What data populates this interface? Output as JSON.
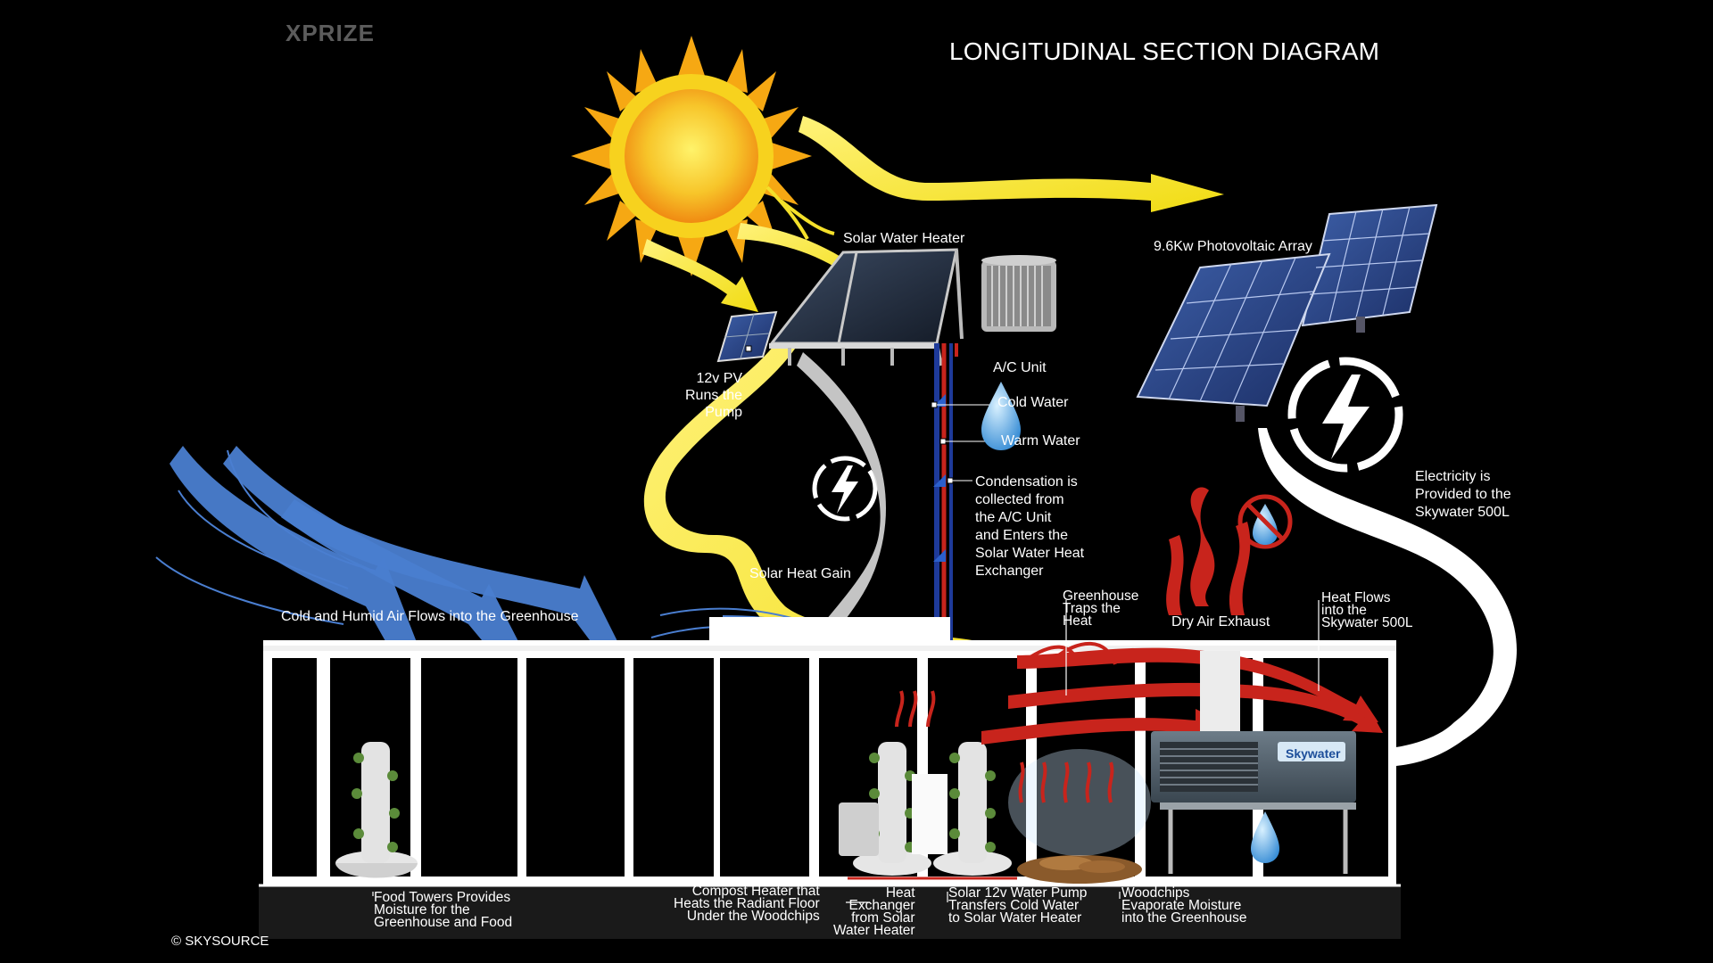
{
  "brand": {
    "logo": "XPRIZE",
    "copyright": "© SKYSOURCE"
  },
  "title": "LONGITUDINAL SECTION DIAGRAM",
  "labels": {
    "solar_water_heater": "Solar Water Heater",
    "pv_array": "9.6Kw Photovoltaic Array",
    "pv12": "12v PV\nRuns the\nPump",
    "ac_unit": "A/C Unit",
    "cold_water": "Cold Water",
    "warm_water": "Warm Water",
    "condensation": "Condensation is\ncollected from\nthe A/C Unit\nand Enters the\nSolar Water Heat\nExchanger",
    "electricity": "Electricity is\nProvided to the\nSkywater 500L",
    "solar_heat_gain": "Solar Heat Gain",
    "cold_humid_air": "Cold and Humid Air Flows into the Greenhouse",
    "greenhouse_traps": "Greenhouse\nTraps the\nHeat",
    "dry_air": "Dry Air Exhaust",
    "heat_flows": "Heat Flows\ninto the\nSkywater 500L",
    "food_towers": "Food Towers Provides\nMoisture for the\nGreenhouse and Food",
    "compost": "Compost Heater that\nHeats the Radiant Floor\nUnder the Woodchips",
    "heat_exchanger": "Heat\nExchanger\nfrom Solar\nWater Heater",
    "pump": "Solar 12v Water Pump\nTransfers Cold Water\nto Solar Water Heater",
    "woodchips": "Woodchips\nEvaporate Moisture\ninto the Greenhouse",
    "skywater_brand": "Skywater"
  },
  "colors": {
    "background": "#000000",
    "sun_yellow": "#f7e227",
    "sun_orange": "#f4a516",
    "air_blue": "#4a7ed0",
    "heat_red": "#c8241c",
    "electric_white": "#ffffff",
    "greenhouse_frame": "#ffffff",
    "cold_pipe": "#1e3a9a",
    "warm_pipe": "#c8241c",
    "water_drop": "#5fb0e6"
  },
  "icons": [
    "sun-icon",
    "lightning-bolt-icon",
    "water-drop-icon",
    "no-water-icon",
    "solar-panel-icon",
    "ac-unit-icon"
  ]
}
